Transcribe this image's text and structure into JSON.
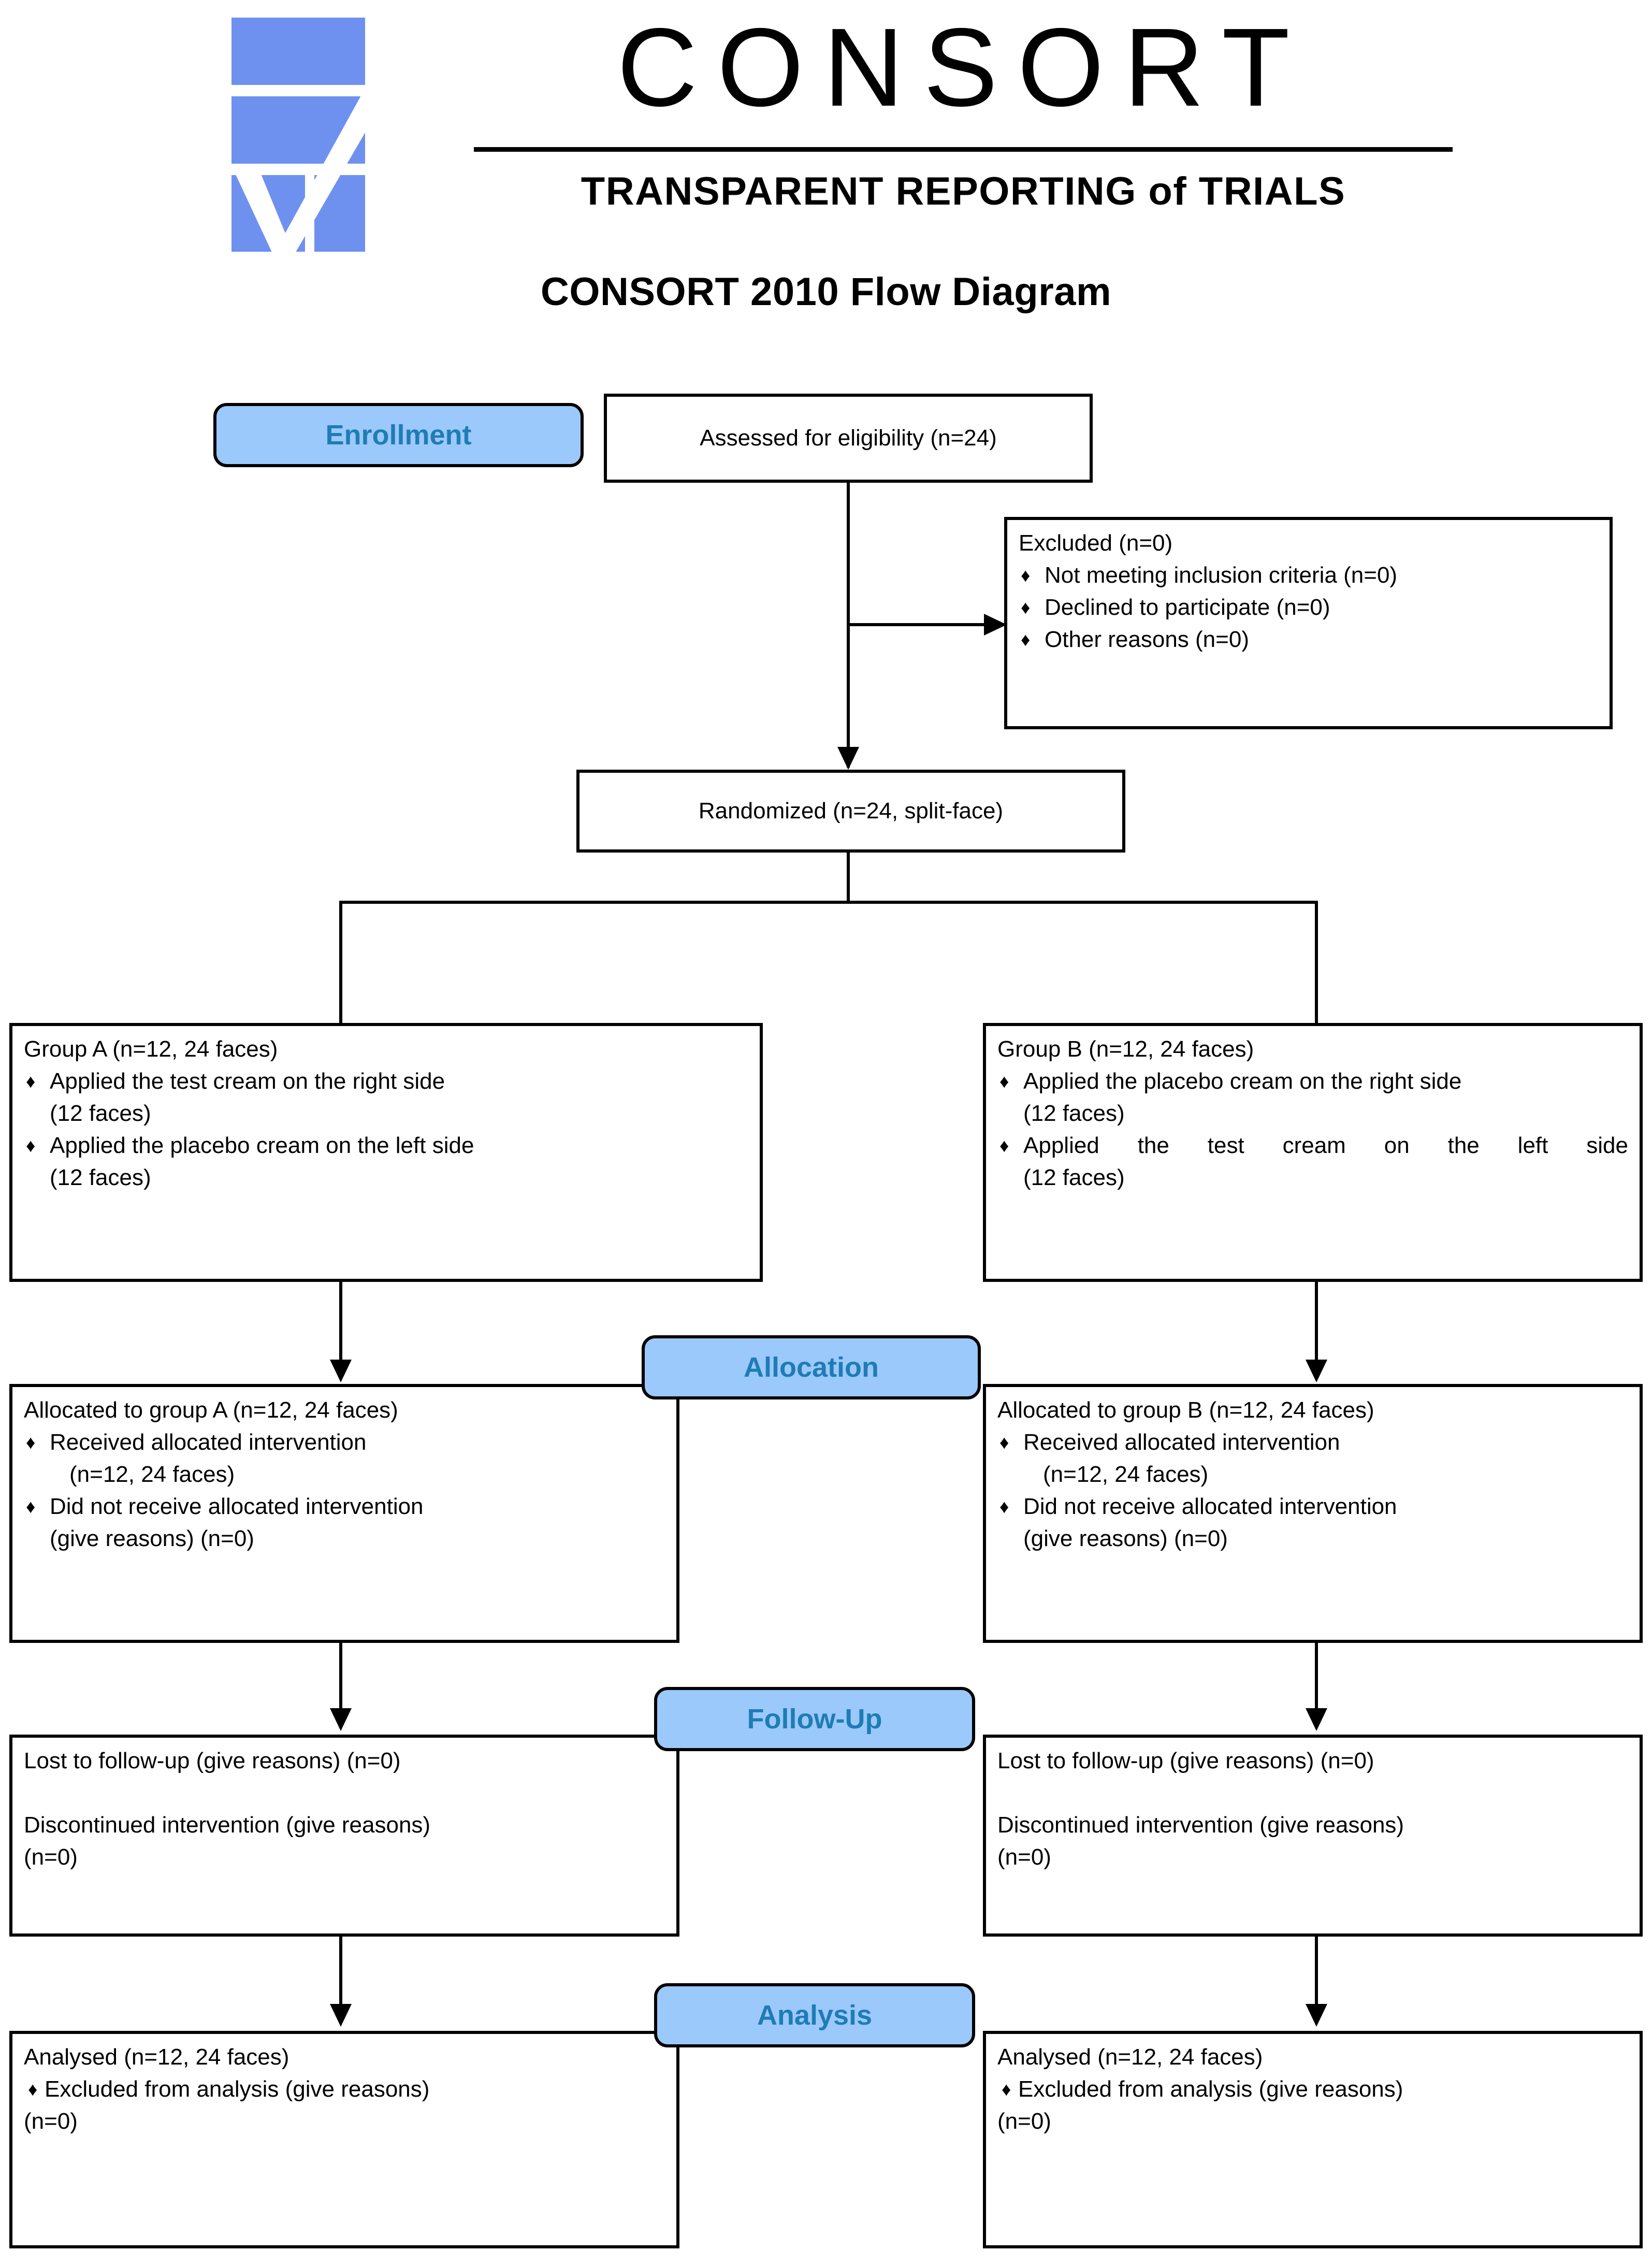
{
  "logo": {
    "wordmark": "CONSORT",
    "tagline": "TRANSPARENT REPORTING of TRIALS",
    "brand_blue": "#6E91F0"
  },
  "flow_title": "CONSORT 2010 Flow Diagram",
  "badges": {
    "enrollment": "Enrollment",
    "allocation": "Allocation",
    "followup": "Follow-Up",
    "analysis": "Analysis",
    "fill": "#9BC9FB",
    "text_color": "#1F7CB4"
  },
  "bullet_glyph": "♦",
  "nodes": {
    "assessed": {
      "text": "Assessed for eligibility (n=24)"
    },
    "excluded": {
      "title": "Excluded    (n=0)",
      "items": [
        "Not meeting inclusion criteria (n=0)",
        "Declined to participate (n=0)",
        "Other reasons (n=0)"
      ]
    },
    "randomized": {
      "text": "Randomized (n=24, split-face)"
    },
    "group_a": {
      "title": "Group A (n=12, 24 faces)",
      "items": [
        {
          "line1": "Applied the test cream on the right side",
          "line2": "(12 faces)"
        },
        {
          "line1": "Applied the placebo cream on the left side",
          "line2": "(12 faces)"
        }
      ]
    },
    "group_b": {
      "title": "Group B (n=12, 24 faces)",
      "items": [
        {
          "line1": "Applied the placebo cream on the right side",
          "line2": "(12 faces)"
        },
        {
          "line1": "Applied the test cream on the left side",
          "line2": "(12 faces)"
        }
      ]
    },
    "allocated_a": {
      "title": "Allocated to group A (n=12, 24 faces)",
      "items": [
        {
          "line1": "Received allocated intervention",
          "line2": "(n=12, 24 faces)"
        },
        {
          "line1": "Did not receive allocated intervention",
          "line2": "(give reasons) (n=0)"
        }
      ]
    },
    "allocated_b": {
      "title": "Allocated to group B (n=12, 24 faces)",
      "items": [
        {
          "line1": "Received allocated intervention",
          "line2": "(n=12, 24 faces)"
        },
        {
          "line1": "Did not receive allocated intervention",
          "line2": "(give reasons) (n=0)"
        }
      ]
    },
    "followup_a": {
      "line1": "Lost to follow-up (give reasons) (n=0)",
      "line2": "Discontinued intervention (give reasons)",
      "line3": "(n=0)"
    },
    "followup_b": {
      "line1": "Lost to follow-up (give reasons) (n=0)",
      "line2": "Discontinued intervention (give reasons)",
      "line3": "(n=0)"
    },
    "analysis_a": {
      "title": "Analysed (n=12, 24 faces)",
      "item_line1": "Excluded from analysis (give reasons)",
      "item_line2": "(n=0)"
    },
    "analysis_b": {
      "title": "Analysed (n=12, 24 faces)",
      "item_line1": "Excluded from analysis (give reasons)",
      "item_line2": "(n=0)"
    }
  }
}
